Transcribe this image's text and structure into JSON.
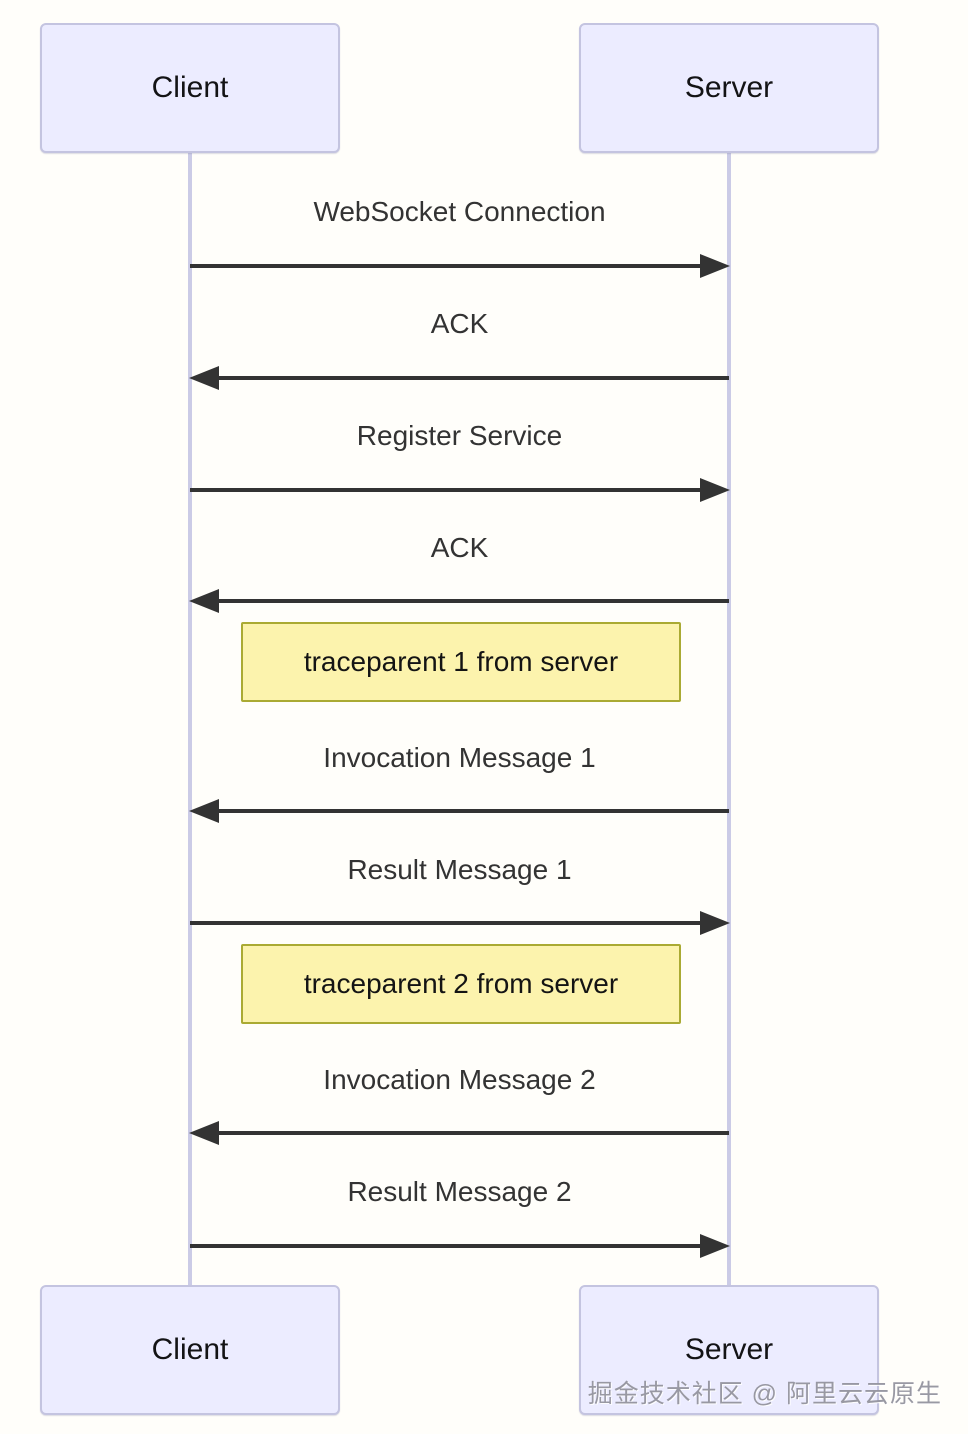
{
  "diagram": {
    "type": "sequence-diagram",
    "actors": [
      {
        "id": "client",
        "label": "Client"
      },
      {
        "id": "server",
        "label": "Server"
      }
    ],
    "events": [
      {
        "kind": "message",
        "text": "WebSocket Connection",
        "from": "Client",
        "to": "Server"
      },
      {
        "kind": "message",
        "text": "ACK",
        "from": "Server",
        "to": "Client"
      },
      {
        "kind": "message",
        "text": "Register Service",
        "from": "Client",
        "to": "Server"
      },
      {
        "kind": "message",
        "text": "ACK",
        "from": "Server",
        "to": "Client"
      },
      {
        "kind": "note",
        "text": "traceparent 1 from server"
      },
      {
        "kind": "message",
        "text": "Invocation Message 1",
        "from": "Server",
        "to": "Client"
      },
      {
        "kind": "message",
        "text": "Result Message 1",
        "from": "Client",
        "to": "Server"
      },
      {
        "kind": "note",
        "text": "traceparent 2 from server"
      },
      {
        "kind": "message",
        "text": "Invocation Message 2",
        "from": "Server",
        "to": "Client"
      },
      {
        "kind": "message",
        "text": "Result Message 2",
        "from": "Client",
        "to": "Server"
      }
    ],
    "watermark": "掘金技术社区 @ 阿里云云原生",
    "colors": {
      "background": "#fffefa",
      "actor_fill": "#ececff",
      "actor_border": "#c4c4e0",
      "lifeline": "#cbcbe6",
      "arrow": "#333333",
      "message_text": "#333333",
      "note_fill": "#fcf3ad",
      "note_border": "#aaaa33",
      "watermark_text": "#94949e"
    }
  }
}
